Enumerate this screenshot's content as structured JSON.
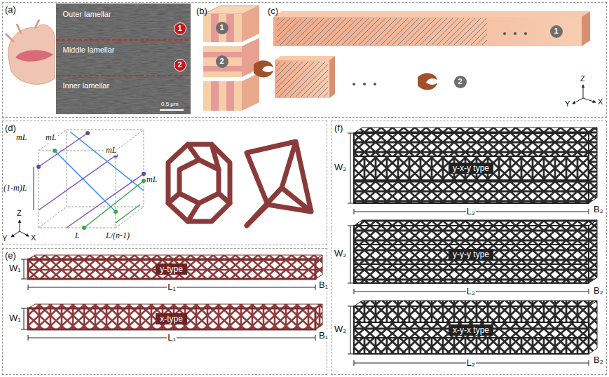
{
  "diagram": {
    "nodes": [
      {
        "text": [
          "(a)",
          "(b)",
          "(c)"
        ]
      },
      {
        "text": [
          "Outer lamellar"
        ],
        "in": 0
      },
      {
        "text": [
          "1"
        ],
        "in": 1
      },
      {
        "text": [
          "Middle lamellar"
        ],
        "in": 0
      },
      {
        "text": [
          "2"
        ],
        "in": 3
      },
      {
        "text": [
          "Inner lamellar"
        ],
        "in": 0
      },
      {
        "text": [
          "1"
        ],
        "in": 0
      },
      {
        "text": [
          "2"
        ],
        "in": 0
      },
      {
        "text": [
          "1"
        ],
        "in": 0
      },
      {
        "text": [
          "2"
        ],
        "in": 0
      },
      {
        "text": [
          "(d)"
        ]
      },
      {
        "text": [
          "(e)"
        ]
      },
      {
        "text": [
          "y-type"
        ],
        "in": 11
      },
      {
        "text": [
          "x-type"
        ],
        "in": 11
      },
      {
        "text": [
          "(f)"
        ]
      },
      {
        "text": [
          "y-x-y type"
        ],
        "in": 14
      },
      {
        "text": [
          "y-y-y type"
        ],
        "in": 14
      },
      {
        "text": [
          "x-y-x type"
        ],
        "in": 14
      }
    ],
    "labels": [
      "0.5 μm",
      "Z",
      "Y",
      "X",
      "mL",
      "mL",
      "mL",
      "mL",
      "(1-m)L",
      "L",
      "L/(n-1)",
      "Z",
      "Y",
      "X",
      "W₁",
      "L₁",
      "B₁",
      "W₁",
      "L₁",
      "B₁",
      "W₂",
      "L₂",
      "B₂",
      "W₂",
      "L₂",
      "B₂",
      "W₂",
      "L₂",
      "B₂"
    ]
  }
}
